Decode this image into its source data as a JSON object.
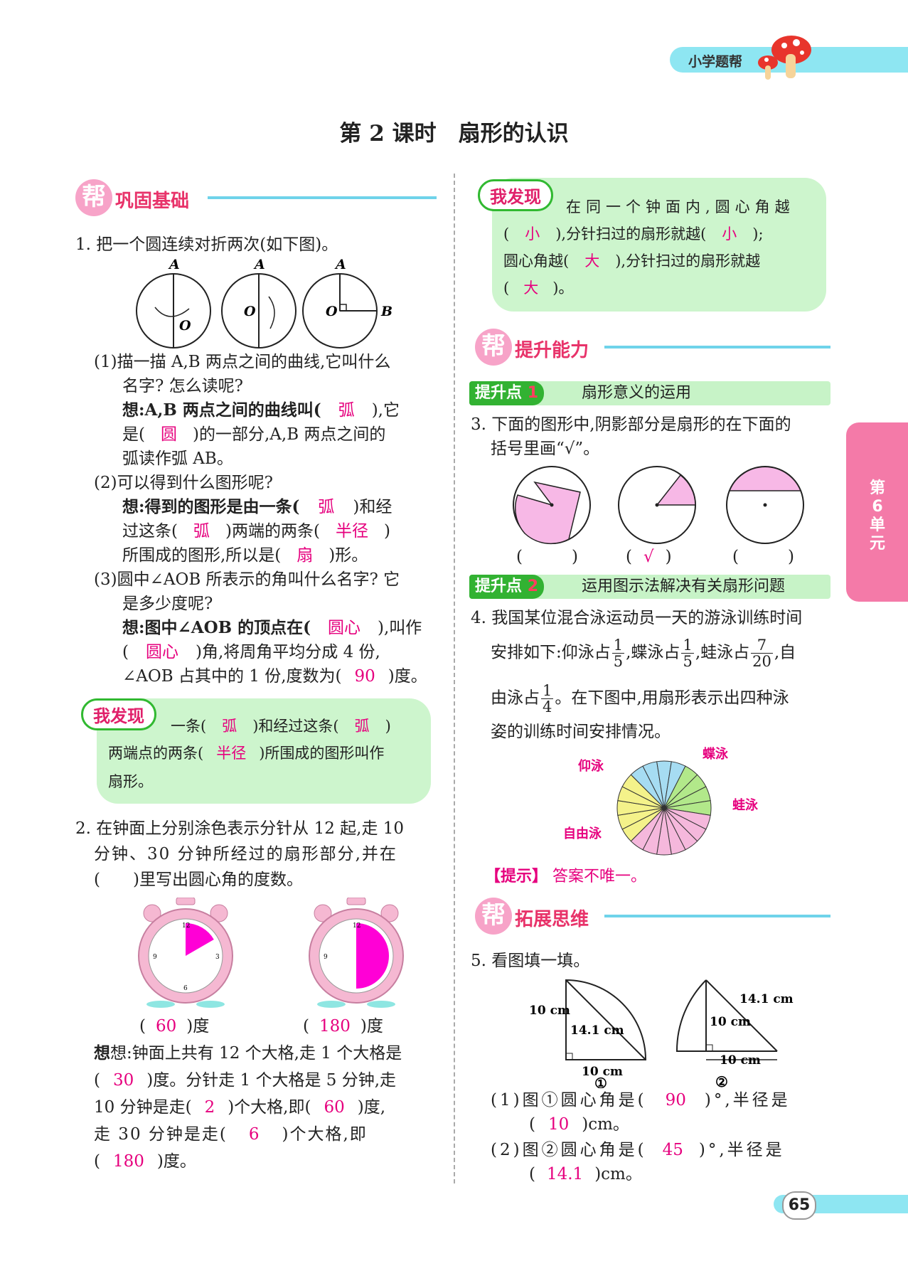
{
  "header": {
    "brand": "小学题帮"
  },
  "title": "第 2 课时　扇形的认识",
  "sections": {
    "s1": {
      "bang": "帮",
      "text": "巩固基础"
    },
    "s2": {
      "bang": "帮",
      "text": "提升能力"
    },
    "s3": {
      "bang": "帮",
      "text": "拓展思维"
    }
  },
  "unit_tab": "第6单元",
  "q1": {
    "stem": "1. 把一个圆连续对折两次(如下图)。",
    "fig_labels": {
      "a": "A",
      "o": "O",
      "b": "B"
    },
    "p1_q1": "(1)描一描 A,B 两点之间的曲线,它叫什么",
    "p1_q2": "名字? 怎么读呢?",
    "p1_a1_pre": "想:A,B 两点之间的曲线叫(",
    "p1_ans1": "弧",
    "p1_a1_post": "),它",
    "p1_a2_pre": "是(",
    "p1_ans2": "圆",
    "p1_a2_post": ")的一部分,A,B 两点之间的",
    "p1_a3": "弧读作弧 AB。",
    "p2_q": "(2)可以得到什么图形呢?",
    "p2_a1_pre": "想:得到的图形是由一条(",
    "p2_ans1": "弧",
    "p2_a1_post": ")和经",
    "p2_a2_pre": "过这条(",
    "p2_ans2": "弧",
    "p2_a2_mid": ")两端的两条(",
    "p2_ans3": "半径",
    "p2_a2_post": ")",
    "p2_a3_pre": "所围成的图形,所以是(",
    "p2_ans4": "扇",
    "p2_a3_post": ")形。",
    "p3_q1": "(3)圆中∠AOB 所表示的角叫什么名字? 它",
    "p3_q2": "是多少度呢?",
    "p3_a1_pre": "想:图中∠AOB 的顶点在(",
    "p3_ans1": "圆心",
    "p3_a1_post": "),叫作",
    "p3_a2_pre": "(",
    "p3_ans2": "圆心",
    "p3_a2_post": ")角,将周角平均分成 4 份,",
    "p3_a3_pre": "∠AOB 占其中的 1 份,度数为(",
    "p3_ans3": "90",
    "p3_a3_post": ")度。"
  },
  "discover1": {
    "label": "我发现",
    "l1_pre": "一条(",
    "ans1": "弧",
    "l1_mid": ")和经过这条(",
    "ans2": "弧",
    "l1_post": ")",
    "l2_pre": "两端点的两条(",
    "ans3": "半径",
    "l2_post": ")所围成的图形叫作",
    "l3": "扇形。"
  },
  "q2": {
    "l1": "2. 在钟面上分别涂色表示分针从 12 起,走 10",
    "l2": "分钟、30 分钟所经过的扇形部分,并在",
    "l3": "(　　)里写出圆心角的度数。",
    "c1_pre": "(",
    "c1_ans": "60",
    "c1_post": ")度",
    "c2_pre": "(",
    "c2_ans": "180",
    "c2_post": ")度",
    "t1": "想:钟面上共有 12 个大格,走 1 个大格是",
    "t2_pre": "(",
    "t2_ans": "30",
    "t2_post": ")度。分针走 1 个大格是 5 分钟,走",
    "t3_pre": "10 分钟是走(",
    "t3_ans": "2",
    "t3_mid": ")个大格,即(",
    "t3_ans2": "60",
    "t3_post": ")度,",
    "t4_pre": "走 30 分钟是走(",
    "t4_ans": "6",
    "t4_post": ")个大格,即",
    "t5_pre": "(",
    "t5_ans": "180",
    "t5_post": ")度。"
  },
  "discover2": {
    "label": "我发现",
    "l1": "在同一个钟面内,圆心角越",
    "l2_pre": "(",
    "ans1": "小",
    "l2_mid": "),分针扫过的扇形就越(",
    "ans2": "小",
    "l2_post": ");",
    "l3_pre": "圆心角越(",
    "ans3": "大",
    "l3_post": "),分针扫过的扇形就越",
    "l4_pre": "(",
    "ans4": "大",
    "l4_post": ")。"
  },
  "point1": {
    "label": "提升点",
    "num": "1",
    "text": "扇形意义的运用"
  },
  "q3": {
    "l1": "3. 下面的图形中,阴影部分是扇形的在下面的",
    "l2": "括号里画“√”。",
    "b1": "(　　　)",
    "b2_pre": "(",
    "b2_ans": "√",
    "b2_post": ")",
    "b3": "(　　　)"
  },
  "point2": {
    "label": "提升点",
    "num": "2",
    "text": "运用图示法解决有关扇形问题"
  },
  "q4": {
    "l1": "4. 我国某位混合泳运动员一天的游泳训练时间",
    "l2_a": "安排如下:仰泳占",
    "f1n": "1",
    "f1d": "5",
    "l2_b": ",蝶泳占",
    "f2n": "1",
    "f2d": "5",
    "l2_c": ",蛙泳占",
    "f3n": "7",
    "f3d": "20",
    "l2_d": ",自",
    "l3_a": "由泳占",
    "f4n": "1",
    "f4d": "4",
    "l3_b": "。在下图中,用扇形表示出四种泳",
    "l4": "姿的训练时间安排情况。",
    "pie_labels": {
      "yang": "仰泳",
      "die": "蝶泳",
      "wa": "蛙泳",
      "ziyou": "自由泳"
    },
    "hint_label": "【提示】",
    "hint": "答案不唯一。"
  },
  "q5": {
    "stem": "5. 看图填一填。",
    "fig1": {
      "side": "10 cm",
      "diag": "14.1 cm",
      "base": "10 cm",
      "num": "①"
    },
    "fig2": {
      "slant": "14.1 cm",
      "height": "10 cm",
      "base": "10 cm",
      "num": "②"
    },
    "a1_pre": "(1)图①圆心角是(",
    "a1_ans1": "90",
    "a1_post": ")°,半径是",
    "a1b_pre": "(",
    "a1_ans2": "10",
    "a1b_post": ")cm。",
    "a2_pre": "(2)图②圆心角是(",
    "a2_ans1": "45",
    "a2_post": ")°,半径是",
    "a2b_pre": "(",
    "a2_ans2": "14.1",
    "a2b_post": ")cm。"
  },
  "page_number": "65",
  "colors": {
    "answer": "#e6007e",
    "accent_pink": "#f47aa8",
    "accent_cyan": "#8ee6f2",
    "accent_green": "#32b232"
  }
}
